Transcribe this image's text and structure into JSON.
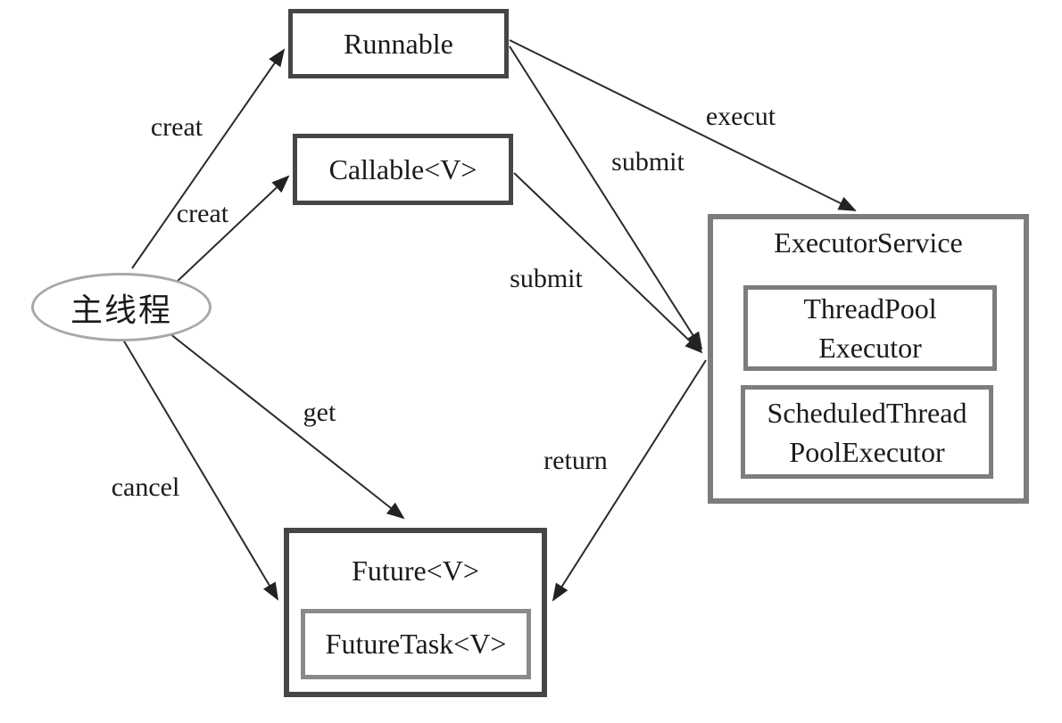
{
  "nodes": {
    "main_thread": {
      "label": "主线程"
    },
    "runnable": {
      "label": "Runnable"
    },
    "callable": {
      "label": "Callable<V>"
    },
    "executor_service": {
      "label": "ExecutorService",
      "thread_pool_executor": {
        "line1": "ThreadPool",
        "line2": "Executor"
      },
      "scheduled_thread_pool_executor": {
        "line1": "ScheduledThread",
        "line2": "PoolExecutor"
      }
    },
    "future": {
      "label": "Future<V>",
      "future_task": {
        "label": "FutureTask<V>"
      }
    }
  },
  "edge_labels": {
    "creat_runnable": "creat",
    "creat_callable": "creat",
    "execut": "execut",
    "submit_runnable": "submit",
    "submit_callable": "submit",
    "get": "get",
    "cancel": "cancel",
    "return": "return"
  },
  "colors": {
    "background": "#ffffff",
    "box_border_dark": "#464646",
    "box_border_gray": "#7d7d7d",
    "future_task_border": "#8a8a8a",
    "ellipse_border": "#a8a8a8",
    "text": "#1a1a1a",
    "arrow": "#222222"
  }
}
